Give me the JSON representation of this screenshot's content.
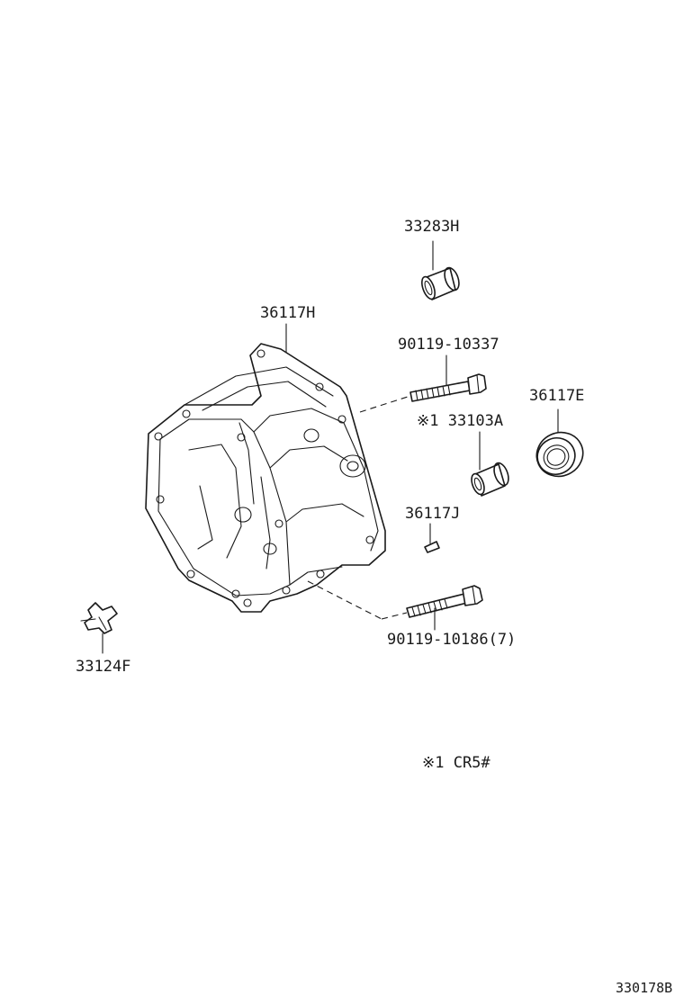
{
  "labels": {
    "bushing_top": "33283H",
    "case": "36117H",
    "bolt_upper": "90119-10337",
    "seal": "36117E",
    "bushing_cr5": "※1 33103A",
    "pin": "36117J",
    "bolt_lower": "90119-10186(7)",
    "clip": "33124F"
  },
  "footnote": "※1  CR5#",
  "figure_code": "330178B"
}
